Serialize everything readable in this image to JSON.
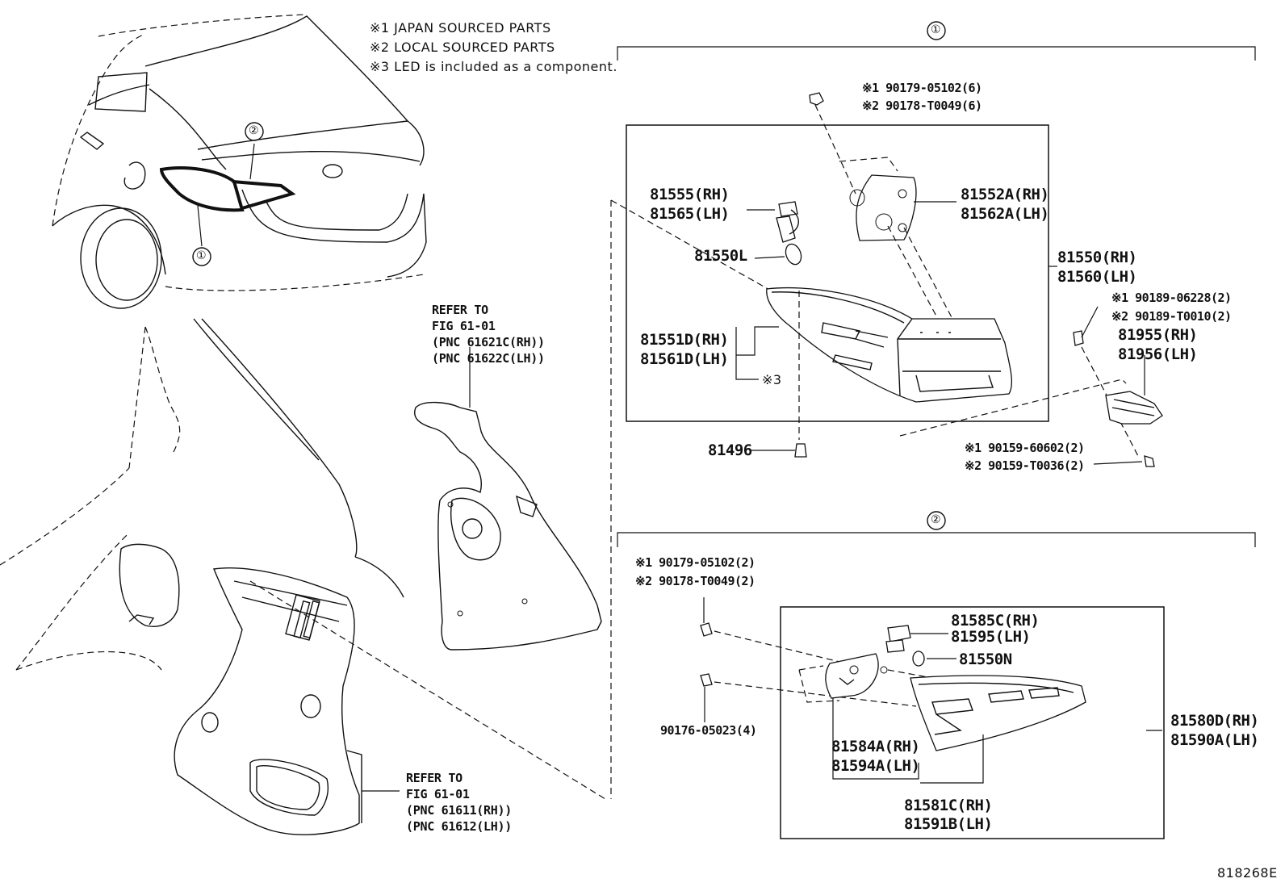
{
  "notes": [
    "※1 JAPAN SOURCED PARTS",
    "※2 LOCAL SOURCED PARTS",
    "※3 LED is included as a component."
  ],
  "callouts": {
    "one": "①",
    "two": "②"
  },
  "group1": {
    "clip_j": "※1 90179-05102(6)",
    "clip_l": "※2 90178-T0049(6)",
    "socket_rh": "81555(RH)",
    "socket_lh": "81565(LH)",
    "bulb": "81550L",
    "gasket_rh": "81552A(RH)",
    "gasket_lh": "81562A(LH)",
    "lamp_rh": "81550(RH)",
    "lamp_lh": "81560(LH)",
    "lens_rh": "81551D(RH)",
    "lens_lh": "81561D(LH)",
    "led_note": "※3",
    "nut": "81496",
    "screw1_j": "※1 90189-06228(2)",
    "screw1_l": "※2 90189-T0010(2)",
    "bracket_rh": "81955(RH)",
    "bracket_lh": "81956(LH)",
    "screw2_j": "※1 90159-60602(2)",
    "screw2_l": "※2 90159-T0036(2)"
  },
  "group2": {
    "clip_j": "※1 90179-05102(2)",
    "clip_l": "※2 90178-T0049(2)",
    "screw": "90176-05023(4)",
    "socket_rh": "81585C(RH)",
    "socket_lh": "81595(LH)",
    "bulb": "81550N",
    "gasket_rh": "81584A(RH)",
    "gasket_lh": "81594A(LH)",
    "lens_rh": "81581C(RH)",
    "lens_lh": "81591B(LH)",
    "lamp_rh": "81580D(RH)",
    "lamp_lh": "81590A(LH)"
  },
  "refer_upper": {
    "title": "REFER TO",
    "fig": "FIG 61-01",
    "pnc_rh": "(PNC 61621C(RH))",
    "pnc_lh": "(PNC 61622C(LH))"
  },
  "refer_lower": {
    "title": "REFER TO",
    "fig": "FIG 61-01",
    "pnc_rh": "(PNC 61611(RH))",
    "pnc_lh": "(PNC 61612(LH))"
  },
  "illustration_id": "818268E"
}
